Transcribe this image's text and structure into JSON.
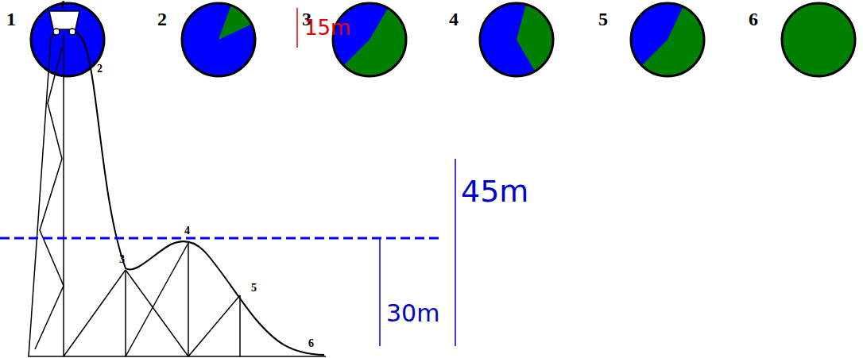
{
  "diagram": {
    "labels": [
      "1",
      "2",
      "3",
      "4",
      "5",
      "6",
      "1",
      "2",
      "3",
      "4",
      "5",
      "6",
      "15m",
      "30m",
      "45m"
    ]
  }
}
